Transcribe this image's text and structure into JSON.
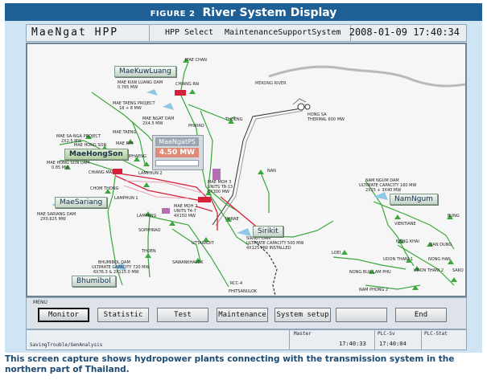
{
  "figure": {
    "label": "FIGURE 2",
    "title": "River System Display",
    "caption": "This screen capture shows hydropower plants connecting with the transmission system in the northern part of Thailand."
  },
  "titlebar": {
    "app_name": "MaeNgat HPP",
    "menu_items": [
      "HPP Select",
      "MaintenanceSupportSystem"
    ],
    "datetime": "2008-01-09 17:40:34"
  },
  "map": {
    "river_label": "MEKONG RIVER",
    "selected_plant": {
      "name": "MaeNgatPS",
      "value": "4.50 MW"
    },
    "plant_buttons": [
      "MaeKuwLuang",
      "MaeHongSon",
      "MaeSariang",
      "Bhumibol",
      "Sirikit",
      "NamNgum"
    ],
    "labels": {
      "mae_chan": "MAE CHAN",
      "mae_kuw_dam_1": "MAE KUW LUANG DAM",
      "mae_kuw_dam_2": "0.765 MW",
      "chiang_rai": "CHIANG RAI",
      "mae_taeng_1": "MAE TAENG PROJECT",
      "mae_taeng_2": "18 + 8 MW",
      "mae_ngat_dam_1": "MAE NGAT DAM",
      "mae_ngat_dam_2": "2X4.5 MW",
      "mae_sa_1": "MAE SA-NGA PROJECT",
      "mae_sa_2": "2X2.5 MW",
      "mae_hong_son": "MAE HONG SON",
      "mae_taeng": "MAE TAENG",
      "mae_hong_son_dam_1": "MAE HONG SON DAM",
      "mae_hong_son_dam_2": "0.85 MW",
      "mae_rim": "MAE RIM",
      "chiang_mai": "CHIANG MAI",
      "san_kamphaeng": "SAN KAMPHAENG",
      "chom_thong": "CHOM THONG",
      "lamphun_2": "LAMPHUN 2",
      "lamphun_1": "LAMPHUN 1",
      "mae_moh_3_1": "MAE MOH 3",
      "mae_moh_3_2": "UNITS T8-13",
      "mae_moh_3_3": "6X300 MW",
      "mae_moh_2_1": "MAE MOH 2",
      "mae_moh_2_2": "UNITS T4-7",
      "mae_moh_2_3": "4X150 MW",
      "mae_sariang_dam_1": "MAE SARIANG DAM",
      "mae_sariang_dam_2": "2X0.625 MW",
      "phayao": "PHAYAO",
      "thoeng": "THOENG",
      "hong_sa_1": "HONG SA",
      "hong_sa_2": "THERMAL 600 MW",
      "nan": "NAN",
      "lampang": "LAMPANG",
      "sopphrao": "SOPPHRAO",
      "phrae": "PHRAE",
      "thoen": "THOEN",
      "uttaradit": "UTTARADIT",
      "sirikit_dam_1": "SIRIKIT DAM",
      "sirikit_dam_2": "ULTIMATE CAPACITY 500 MW",
      "sirikit_dam_3": "4X125 MW INSTALLED",
      "sawankhalok": "SAWANKHALOK",
      "bhumibol_dam_1": "BHUMIBOL DAM",
      "bhumibol_dam_2": "ULTIMATE CAPACITY 720 MW",
      "bhumibol_dam_3": "6X76.3 & 2X115.0 MW",
      "rcc_4": "RCC-4",
      "phitsanulok": "PHITSANULOK",
      "nam_ngum_dam_1": "NAM NGUM DAM",
      "nam_ngum_dam_2": "ULTIMATE CAPACITY 160 MW",
      "nam_ngum_dam_3": "2X15 + 3X40 MW",
      "vientiane": "VIENTIANE",
      "bung": "BUNG",
      "nong_khai": "NONG KHAI",
      "ban_dung": "BAN DUNG",
      "loei": "LOEI",
      "udon_thani_1": "UDON THANI 1",
      "nong_han": "NONG HAN",
      "nong_bua_lam_phu": "NONG BUA LAM PHU",
      "udon_thani_2": "UDON THANI 2",
      "sakon": "SAKO",
      "nam_phong_2": "NAM PHONG 2"
    }
  },
  "menu": {
    "label": "MENU",
    "buttons": [
      "Monitor",
      "Statistic",
      "Test",
      "Maintenance",
      "System setup",
      "",
      "End"
    ],
    "active": "Monitor"
  },
  "status": {
    "text": "SavingTrouble/GenAnalysis",
    "cells": [
      {
        "header": "Master",
        "value": "17:40:33"
      },
      {
        "header": "PLC-Sv",
        "value": "17:40:04"
      },
      {
        "header": "PLC-Stat",
        "value": ""
      }
    ]
  },
  "colors": {
    "header_blue": "#1e5f95",
    "frame_blue": "#cfe5f3",
    "line_green": "#3aa83a",
    "line_red": "#d6213a",
    "value_salmon": "#e08b78"
  }
}
